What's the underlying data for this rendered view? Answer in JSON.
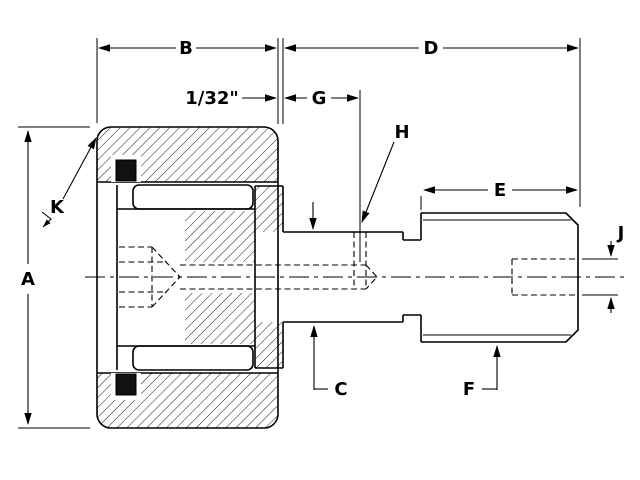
{
  "colors": {
    "ink": "#000000",
    "background": "#ffffff"
  },
  "labels": {
    "a": "A",
    "b": "B",
    "c": "C",
    "d": "D",
    "e": "E",
    "f": "F",
    "g": "G",
    "h": "H",
    "j": "J",
    "k": "K",
    "offset_note": "1/32\""
  }
}
